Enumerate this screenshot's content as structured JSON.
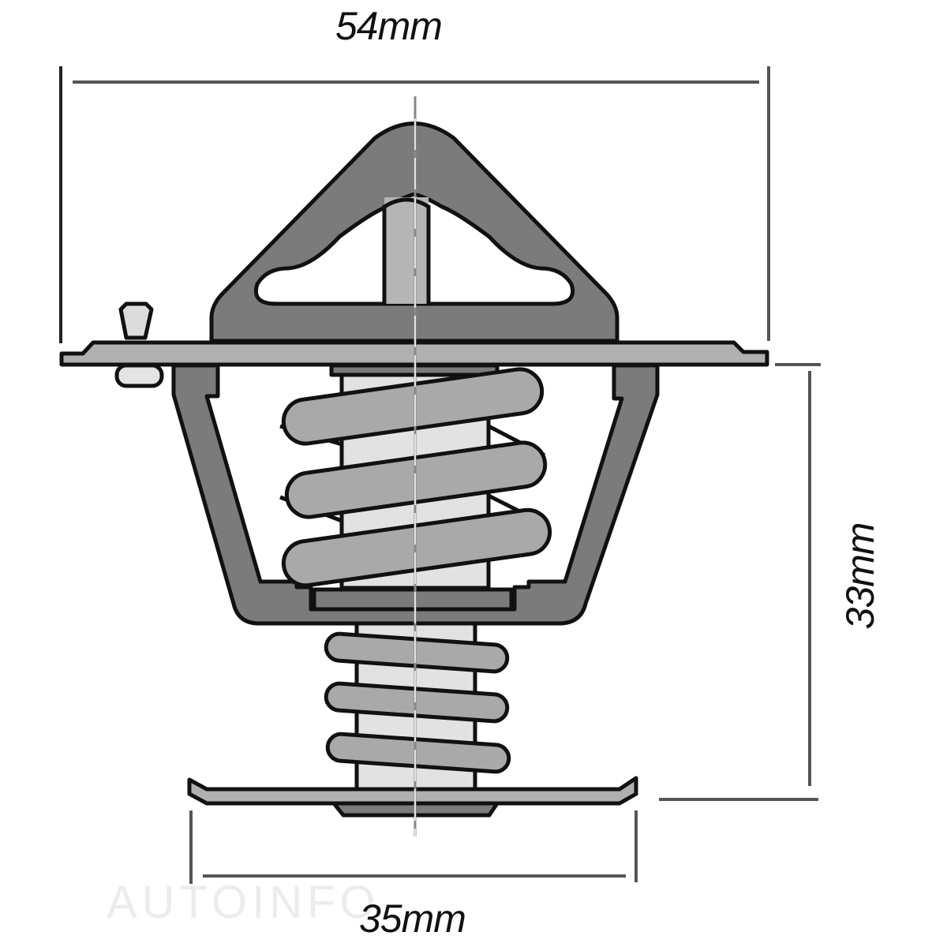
{
  "diagram": {
    "subject": "Engine thermostat technical drawing",
    "dimensions": {
      "overall_flange_width": "54mm",
      "body_height": "33mm",
      "bottom_plate_width": "35mm"
    },
    "watermark": "AUTOINFO",
    "colors": {
      "dark_fill": "#7b7b7b",
      "mid_fill": "#a9a9a9",
      "light_fill": "#e2e2e2",
      "outline": "#111111",
      "dimension_line": "#555555",
      "background": "#ffffff"
    },
    "parts": [
      "bridge-frame",
      "center-pin",
      "flange-plate",
      "jiggle-valve",
      "valve-cup",
      "main-spring",
      "piston-sleeve",
      "bypass-spring",
      "bypass-plate",
      "center-axis"
    ]
  }
}
